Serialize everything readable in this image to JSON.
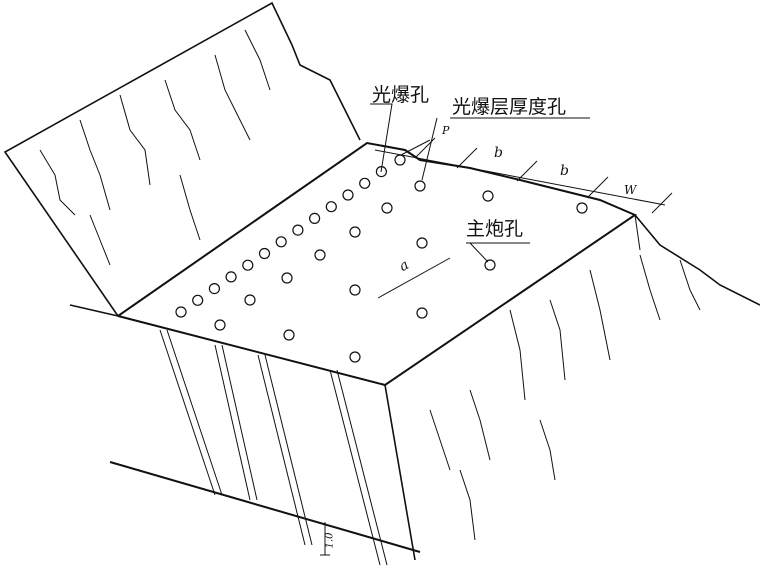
{
  "labels": {
    "smooth_blast_hole": "光爆孔",
    "smooth_blast_layer_hole": "光爆层厚度孔",
    "main_blast_hole": "主炮孔"
  },
  "dimensions": {
    "p": "P",
    "b1": "b",
    "b2": "b",
    "w": "W",
    "a": "a",
    "depth": "1.0"
  },
  "colors": {
    "line": "#111111",
    "background": "#ffffff"
  }
}
